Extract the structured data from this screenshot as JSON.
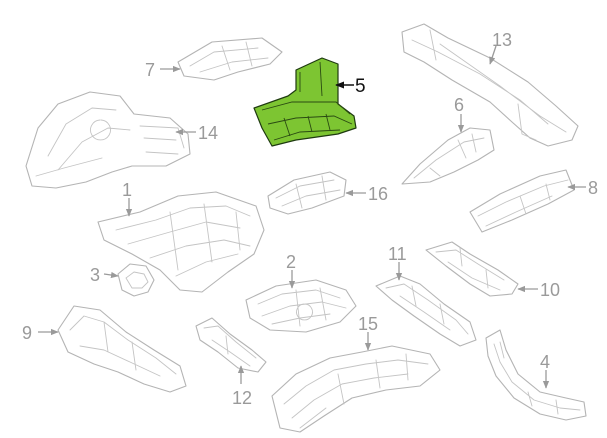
{
  "diagram": {
    "highlight_color": "#7dc532",
    "callouts": [
      {
        "id": "p1",
        "label": "1"
      },
      {
        "id": "p2",
        "label": "2"
      },
      {
        "id": "p3",
        "label": "3"
      },
      {
        "id": "p4",
        "label": "4"
      },
      {
        "id": "p5",
        "label": "5",
        "highlighted": true
      },
      {
        "id": "p6",
        "label": "6"
      },
      {
        "id": "p7",
        "label": "7"
      },
      {
        "id": "p8",
        "label": "8"
      },
      {
        "id": "p9",
        "label": "9"
      },
      {
        "id": "p10",
        "label": "10"
      },
      {
        "id": "p11",
        "label": "11"
      },
      {
        "id": "p12",
        "label": "12"
      },
      {
        "id": "p13",
        "label": "13"
      },
      {
        "id": "p14",
        "label": "14"
      },
      {
        "id": "p15",
        "label": "15"
      },
      {
        "id": "p16",
        "label": "16"
      }
    ]
  }
}
